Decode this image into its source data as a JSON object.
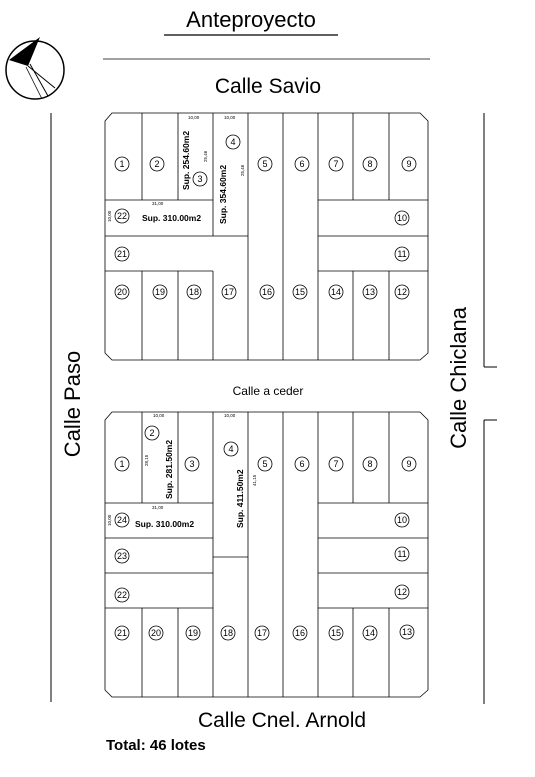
{
  "title": "Anteproyecto",
  "streets": {
    "top": "Calle Savio",
    "bottom": "Calle Cnel. Arnold",
    "left": "Calle Paso",
    "right": "Calle Chiclana",
    "middle": "Calle a ceder"
  },
  "total": "Total: 46 lotes",
  "top_block": {
    "lots": [
      "1",
      "2",
      "3",
      "4",
      "5",
      "6",
      "7",
      "8",
      "9",
      "10",
      "11",
      "12",
      "13",
      "14",
      "15",
      "16",
      "17",
      "18",
      "19",
      "20",
      "21",
      "22"
    ],
    "sup_3": "Sup. 254.60m2",
    "sup_4": "Sup. 354.60m2",
    "sup_22": "Sup. 310.00m2",
    "dim_3_top": "10,00",
    "dim_4_top": "10,00",
    "dim_3_side": "25,46",
    "dim_4_side": "25,46",
    "dim_3_bottom": "31,00",
    "dim_22_side": "10,00"
  },
  "bottom_block": {
    "lots": [
      "1",
      "2",
      "3",
      "4",
      "5",
      "6",
      "7",
      "8",
      "9",
      "10",
      "11",
      "12",
      "13",
      "14",
      "15",
      "16",
      "17",
      "18",
      "19",
      "20",
      "21",
      "22",
      "23",
      "24"
    ],
    "sup_2": "Sup. 281.50m2",
    "sup_4": "Sup. 411.50m2",
    "sup_24": "Sup. 310.00m2",
    "dim_2_top": "10,00",
    "dim_4_top": "10,00",
    "dim_2_side": "28,15",
    "dim_4_side": "41,15",
    "dim_2_bottom": "31,00",
    "dim_24_side": "10,00"
  },
  "colors": {
    "line": "#000000",
    "background": "#ffffff"
  },
  "icons": {
    "north": "north-arrow-icon"
  }
}
